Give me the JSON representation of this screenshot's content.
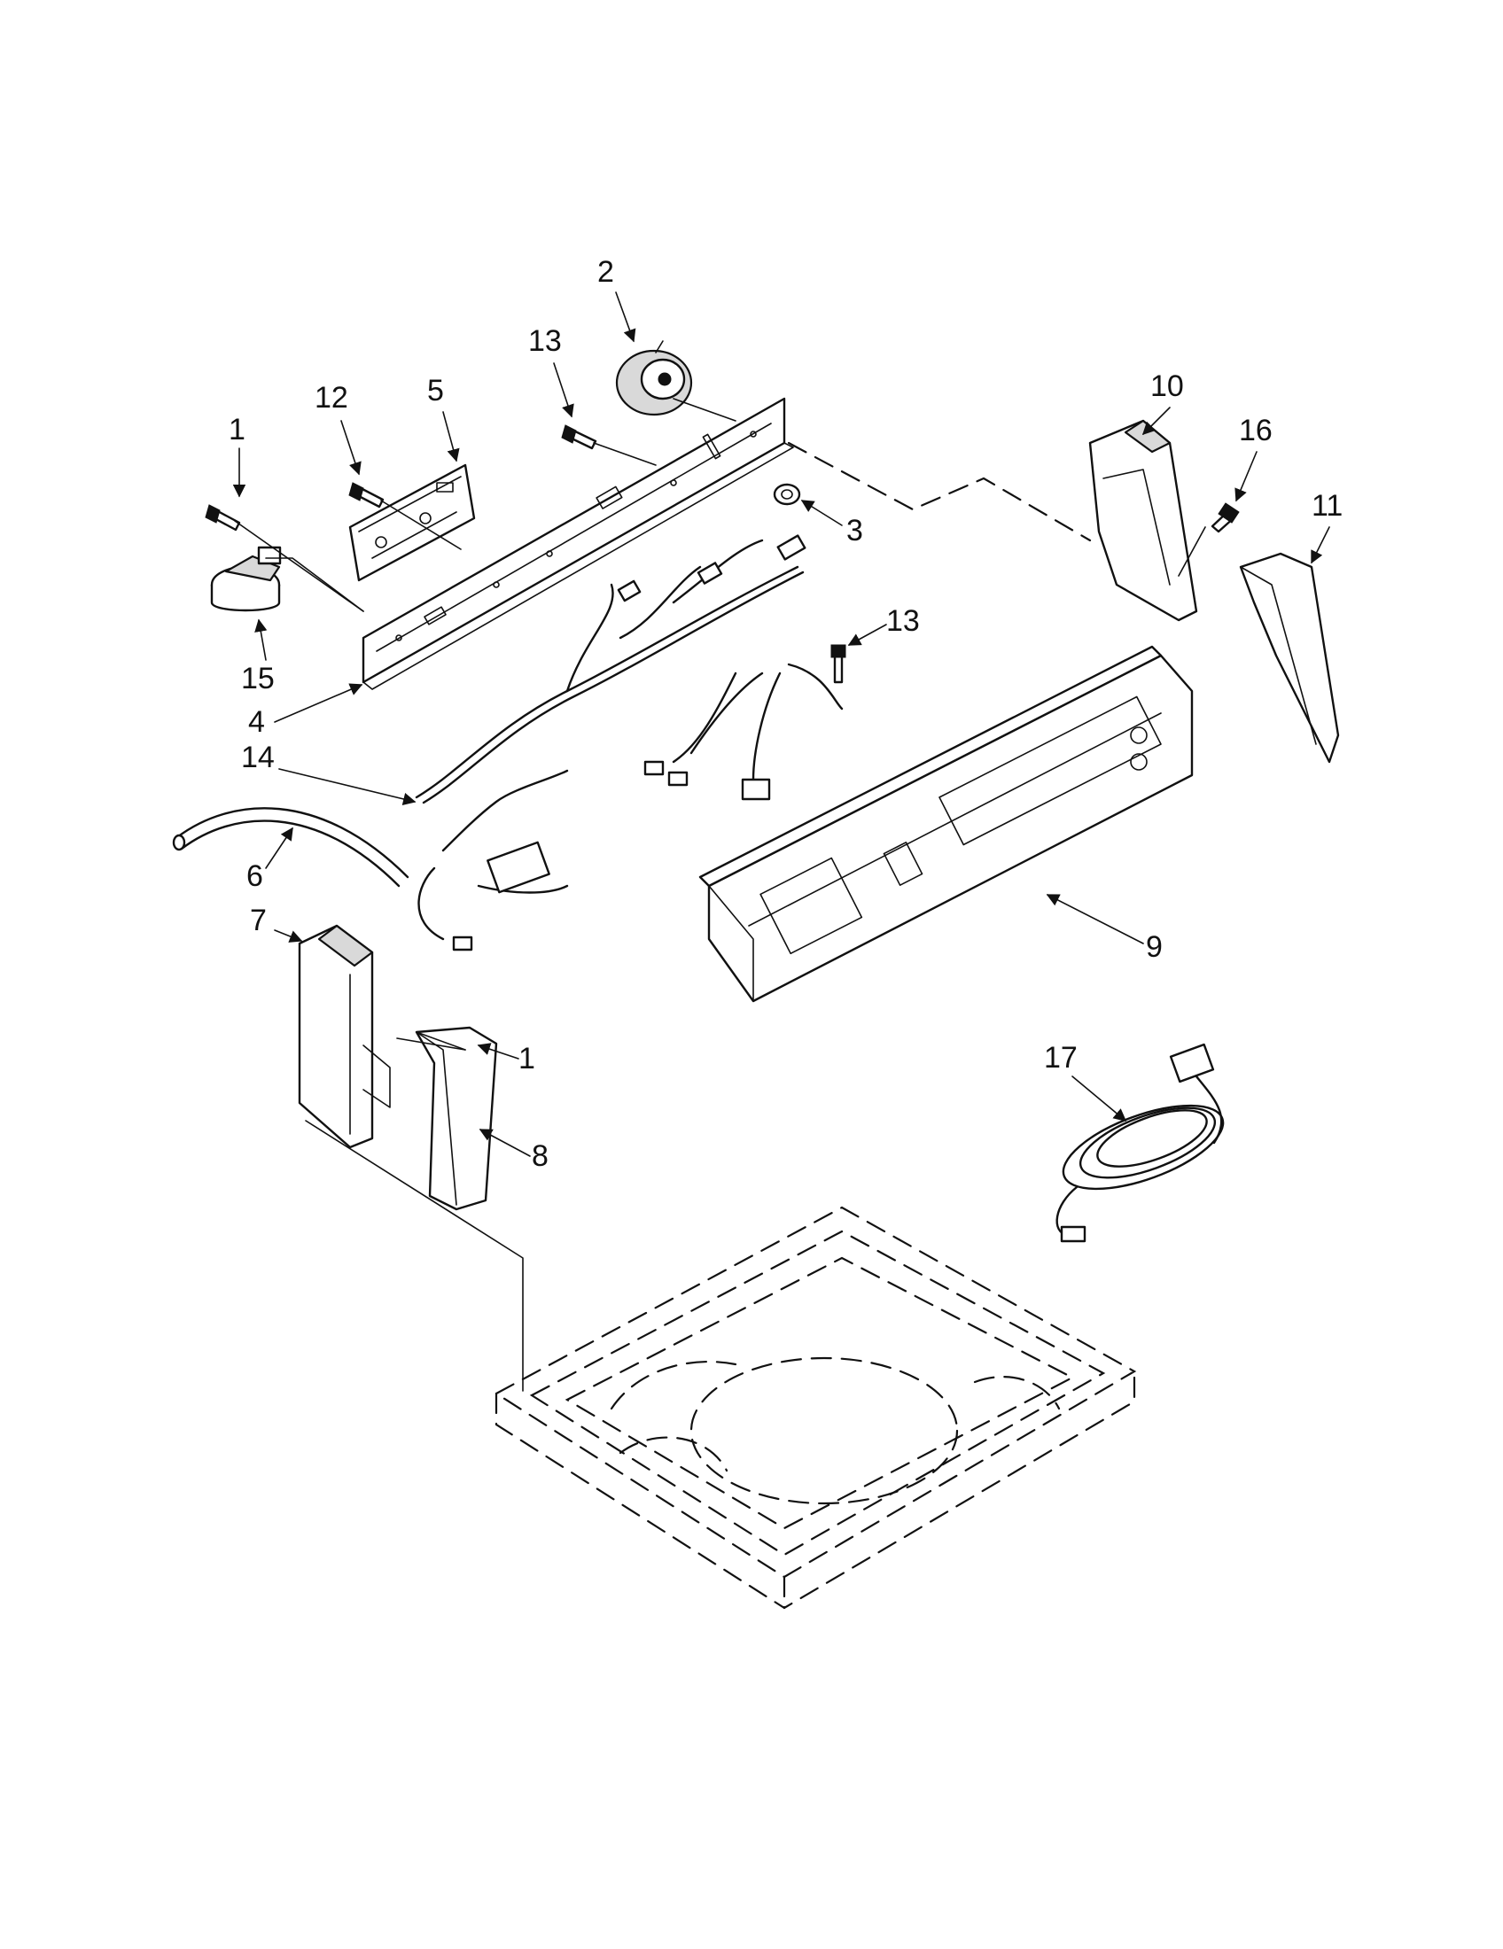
{
  "callouts": [
    {
      "id": "c1a",
      "label": "1"
    },
    {
      "id": "c12",
      "label": "12"
    },
    {
      "id": "c5",
      "label": "5"
    },
    {
      "id": "c13a",
      "label": "13"
    },
    {
      "id": "c2",
      "label": "2"
    },
    {
      "id": "c10",
      "label": "10"
    },
    {
      "id": "c16",
      "label": "16"
    },
    {
      "id": "c11",
      "label": "11"
    },
    {
      "id": "c3",
      "label": "3"
    },
    {
      "id": "c13b",
      "label": "13"
    },
    {
      "id": "c15",
      "label": "15"
    },
    {
      "id": "c4",
      "label": "4"
    },
    {
      "id": "c14",
      "label": "14"
    },
    {
      "id": "c6",
      "label": "6"
    },
    {
      "id": "c7",
      "label": "7"
    },
    {
      "id": "c9",
      "label": "9"
    },
    {
      "id": "c1b",
      "label": "1"
    },
    {
      "id": "c17",
      "label": "17"
    },
    {
      "id": "c8",
      "label": "8"
    }
  ]
}
